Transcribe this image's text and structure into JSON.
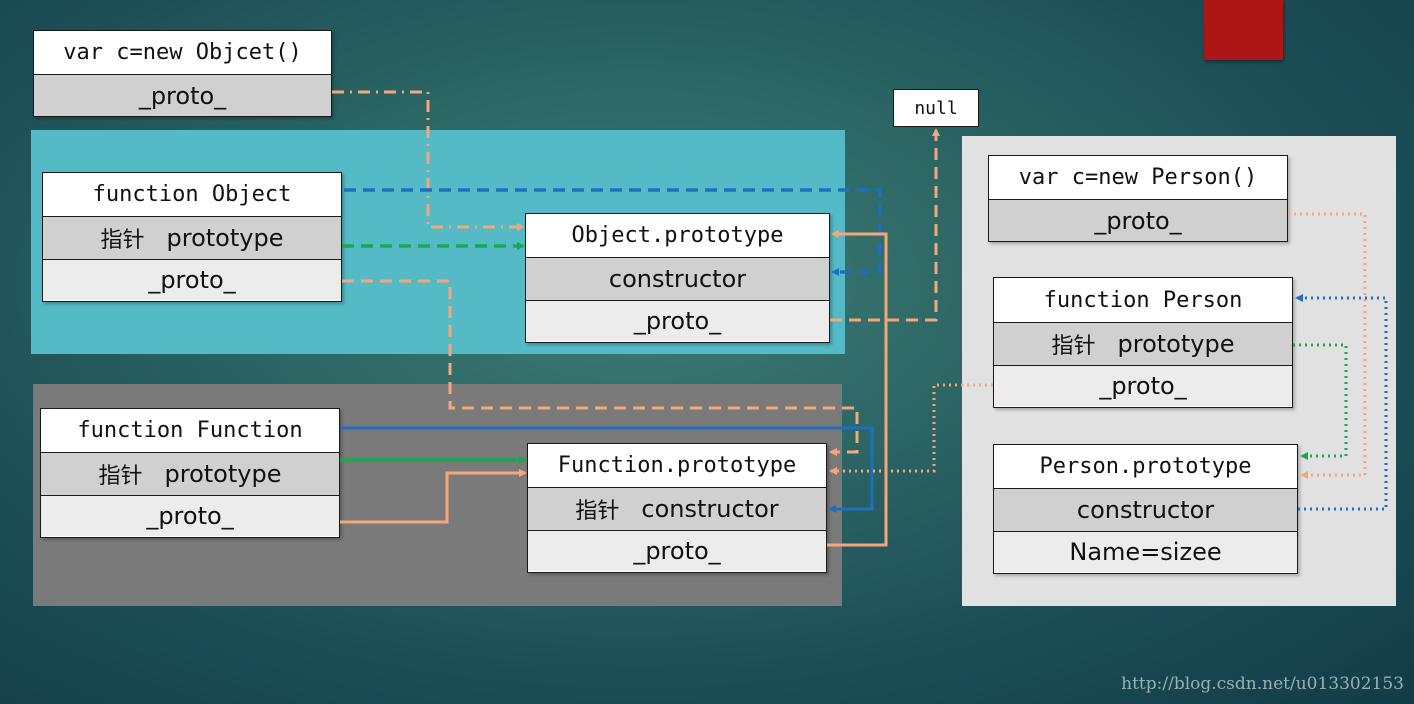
{
  "colors": {
    "orange": "#f5a77a",
    "blue": "#1f6fc0",
    "green": "#18a84e",
    "red": "#ad1616"
  },
  "null_label": "null",
  "boxes": {
    "obj_instance": {
      "head": "var c=new Objcet()",
      "proto": "_proto_"
    },
    "func_object": {
      "head": "function Object",
      "zh": "指针",
      "prototype": "prototype",
      "proto": "_proto_"
    },
    "object_prototype": {
      "head": "Object.prototype",
      "constructor": "constructor",
      "proto": "_proto_"
    },
    "func_function": {
      "head": "function Function",
      "zh": "指针",
      "prototype": "prototype",
      "proto": "_proto_"
    },
    "function_prototype": {
      "head": "Function.prototype",
      "zh": "指针",
      "constructor": "constructor",
      "proto": "_proto_"
    },
    "person_instance": {
      "head": "var c=new Person()",
      "proto": "_proto_"
    },
    "func_person": {
      "head": "function Person",
      "zh": "指针",
      "prototype": "prototype",
      "proto": "_proto_"
    },
    "person_prototype": {
      "head": "Person.prototype",
      "constructor": "constructor",
      "name": "Name=sizee"
    }
  },
  "watermark": "http://blog.csdn.net/u013302153"
}
